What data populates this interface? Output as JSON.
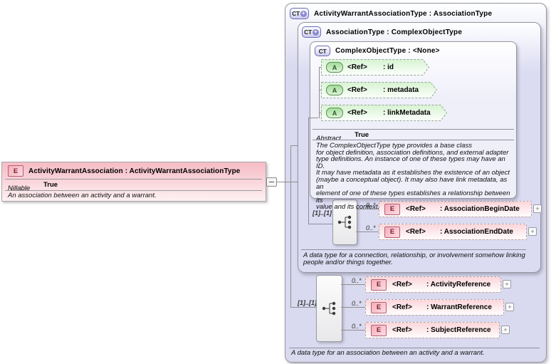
{
  "icons": {
    "element_badge": "E",
    "complex_type_badge": "CT",
    "attribute_badge": "A",
    "expand_glyph": "+"
  },
  "colors": {
    "lavender_fill": "#d9d9ef",
    "pink_element_fill": "#fbd6da",
    "green_attribute_fill": "#daf4d6",
    "left_element_pink": "#f6bcc5",
    "border_gray": "#96969e"
  },
  "left_element": {
    "title": "ActivityWarrantAssociation : ActivityWarrantAssociationType",
    "nillable_label": "Nillable",
    "nillable_value": "True",
    "doc": "An association between an activity and a warrant."
  },
  "outer_type": {
    "title": "ActivityWarrantAssociationType : AssociationType",
    "doc": "A data type for an association between an activity and a warrant.",
    "group_cardinality": "[1]..[1]",
    "elements": [
      {
        "cardinality": "0..*",
        "ref": "<Ref>",
        "name": ": ActivityReference"
      },
      {
        "cardinality": "0..*",
        "ref": "<Ref>",
        "name": ": WarrantReference"
      },
      {
        "cardinality": "0..*",
        "ref": "<Ref>",
        "name": ": SubjectReference"
      }
    ]
  },
  "association_type": {
    "title": "AssociationType : ComplexObjectType",
    "doc": "A data type for a connection, relationship, or involvement somehow linking\npeople and/or things together.",
    "group_cardinality": "[1]..[1]",
    "elements": [
      {
        "cardinality": "0..*",
        "ref": "<Ref>",
        "name": ": AssociationBeginDate"
      },
      {
        "cardinality": "0..*",
        "ref": "<Ref>",
        "name": ": AssociationEndDate"
      }
    ]
  },
  "complex_object_type": {
    "title": "ComplexObjectType : <None>",
    "abstract_label": "Abstract",
    "abstract_value": "True",
    "attributes": [
      {
        "ref": "<Ref>",
        "name": ": id"
      },
      {
        "ref": "<Ref>",
        "name": ": metadata"
      },
      {
        "ref": "<Ref>",
        "name": ": linkMetadata"
      }
    ],
    "doc": "The ComplexObjectType type provides a base class\nfor object definition, association definitions, and external adapter\ntype definitions. An instance of one of these types may have an ID.\nIt may have metadata as it establishes the existence of an object\n(maybe a conceptual object). It may also have link metadata, as an\nelement of one of these types establishes a relationship between its\nvalue and its context."
  }
}
